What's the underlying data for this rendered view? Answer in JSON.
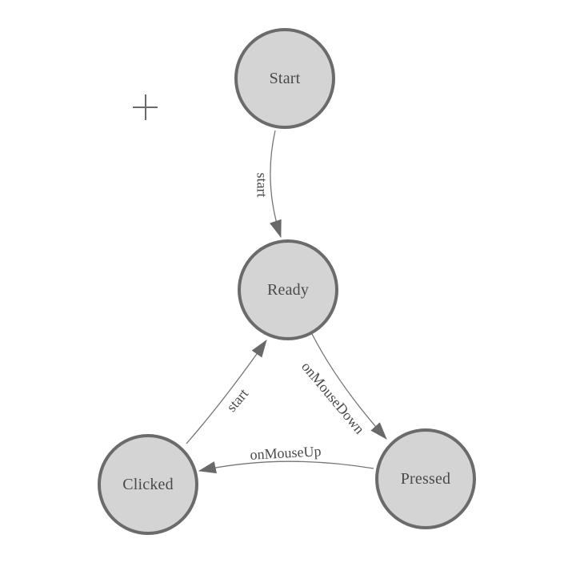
{
  "diagram": {
    "type": "state-machine",
    "nodes": [
      {
        "id": "start",
        "label": "Start"
      },
      {
        "id": "ready",
        "label": "Ready"
      },
      {
        "id": "clicked",
        "label": "Clicked"
      },
      {
        "id": "pressed",
        "label": "Pressed"
      }
    ],
    "edges": [
      {
        "from": "start",
        "to": "ready",
        "label": "start"
      },
      {
        "from": "ready",
        "to": "pressed",
        "label": "onMouseDown"
      },
      {
        "from": "pressed",
        "to": "clicked",
        "label": "onMouseUp"
      },
      {
        "from": "clicked",
        "to": "ready",
        "label": "start"
      }
    ],
    "icons": {
      "origin_marker": "plus-crosshair-icon"
    },
    "colors": {
      "background": "#ffffff",
      "node_fill": "#d4d4d4",
      "node_border": "#6b6b6b",
      "node_text": "#4a4a4a",
      "edge_line": "#757575",
      "arrowhead": "#696969",
      "edge_label_text": "#4a4a4a",
      "origin_marker": "#6b6b6b"
    }
  }
}
